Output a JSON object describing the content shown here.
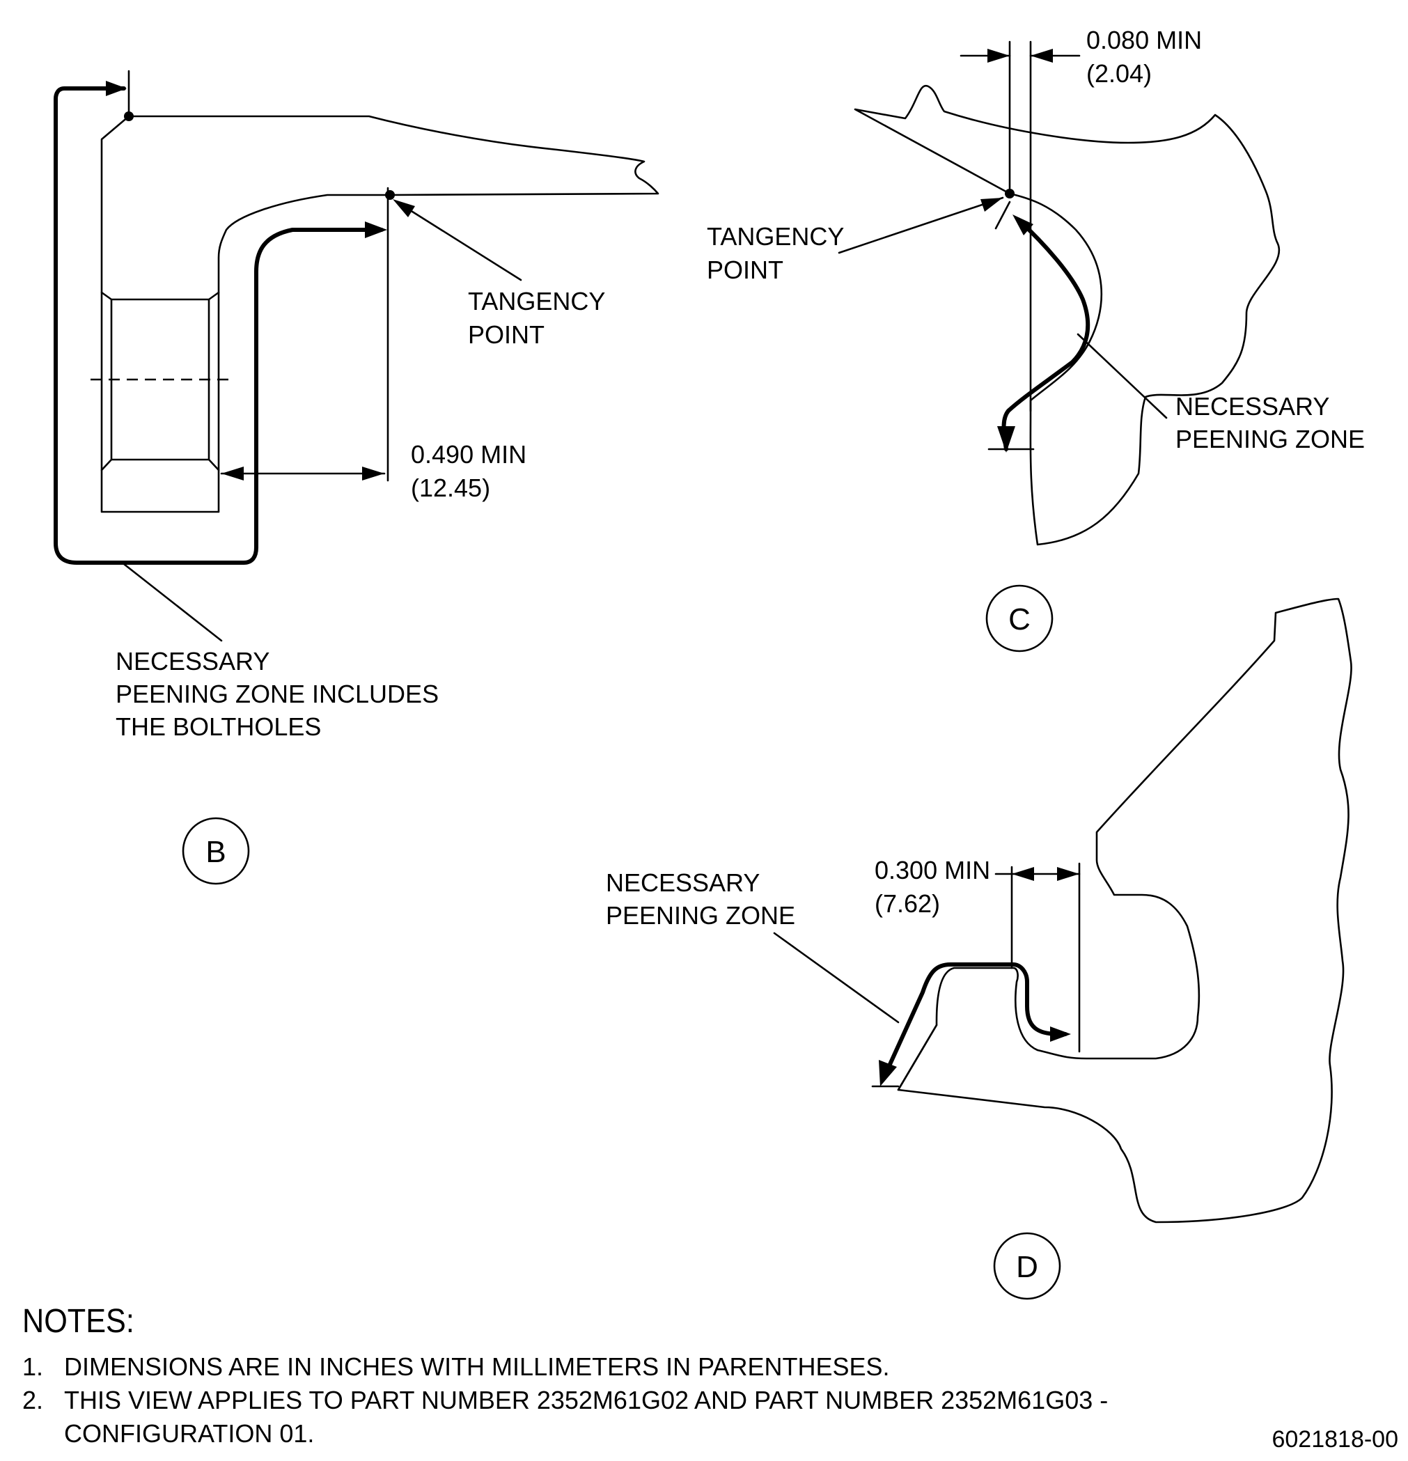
{
  "view_b": {
    "view_label": "B",
    "tangency_label": [
      "TANGENCY",
      "POINT"
    ],
    "dimension": [
      "0.490 MIN",
      "(12.45)"
    ],
    "zone_label": [
      "NECESSARY",
      "PEENING ZONE INCLUDES",
      "THE BOLTHOLES"
    ]
  },
  "view_c": {
    "view_label": "C",
    "dimension": [
      "0.080 MIN",
      "(2.04)"
    ],
    "tangency_label": [
      "TANGENCY",
      "POINT"
    ],
    "zone_label": [
      "NECESSARY",
      "PEENING ZONE"
    ]
  },
  "view_d": {
    "view_label": "D",
    "dimension": [
      "0.300 MIN",
      "(7.62)"
    ],
    "zone_label": [
      "NECESSARY",
      "PEENING ZONE"
    ]
  },
  "notes": {
    "title": "NOTES:",
    "items": [
      {
        "num": "1.",
        "lines": [
          "DIMENSIONS ARE IN INCHES WITH MILLIMETERS IN PARENTHESES."
        ]
      },
      {
        "num": "2.",
        "lines": [
          "THIS VIEW APPLIES TO PART NUMBER 2352M61G02 AND PART NUMBER 2352M61G03 -",
          "CONFIGURATION 01."
        ]
      }
    ]
  },
  "drawing_number": "6021818-00"
}
